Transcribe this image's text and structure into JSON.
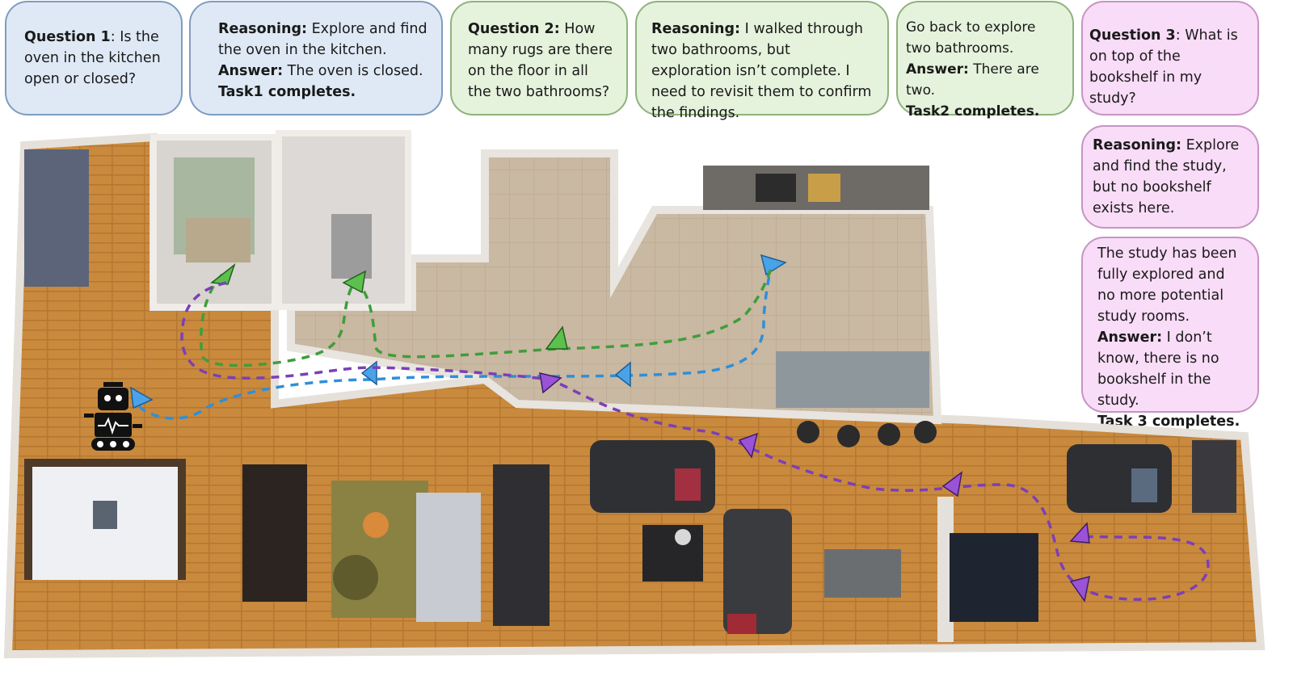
{
  "cards": {
    "q1": {
      "label": "Question 1",
      "text": ":  Is the oven in the kitchen open or closed?"
    },
    "r1": {
      "reasoning_label": "Reasoning:",
      "reasoning": " Explore and find the oven in the kitchen.",
      "answer_label": "Answer:",
      "answer": " The oven is closed.",
      "complete": "Task1 completes."
    },
    "q2": {
      "label": "Question 2:",
      "text": " How many rugs are there on the floor in all the two bathrooms?"
    },
    "r2": {
      "reasoning_label": "Reasoning:",
      "reasoning": " I walked through two bathrooms, but exploration isn’t complete. I need to revisit them to confirm the findings."
    },
    "r2b": {
      "text": "Go back to explore two bathrooms.",
      "answer_label": "Answer:",
      "answer": " There are two.",
      "complete": "Task2 completes."
    },
    "q3": {
      "label": "Question 3",
      "text": ": What is on top of the bookshelf in my study?"
    },
    "r3": {
      "reasoning_label": "Reasoning:",
      "reasoning": " Explore and find the study, but no bookshelf exists here."
    },
    "r3b": {
      "text": "The study has been fully explored and no more potential study rooms.",
      "answer_label": "Answer:",
      "answer": " I don’t know, there is no bookshelf in the study.",
      "complete": "Task 3 completes."
    }
  },
  "colors": {
    "question1_path": "#2f8fd8",
    "question2_path": "#3f9e3a",
    "question3_path": "#7b3fb8",
    "card_blue": "#dfe9f6",
    "card_green": "#e5f2dc",
    "card_pink": "#f9dcf7"
  },
  "icons": {
    "agent": "robot-icon"
  }
}
